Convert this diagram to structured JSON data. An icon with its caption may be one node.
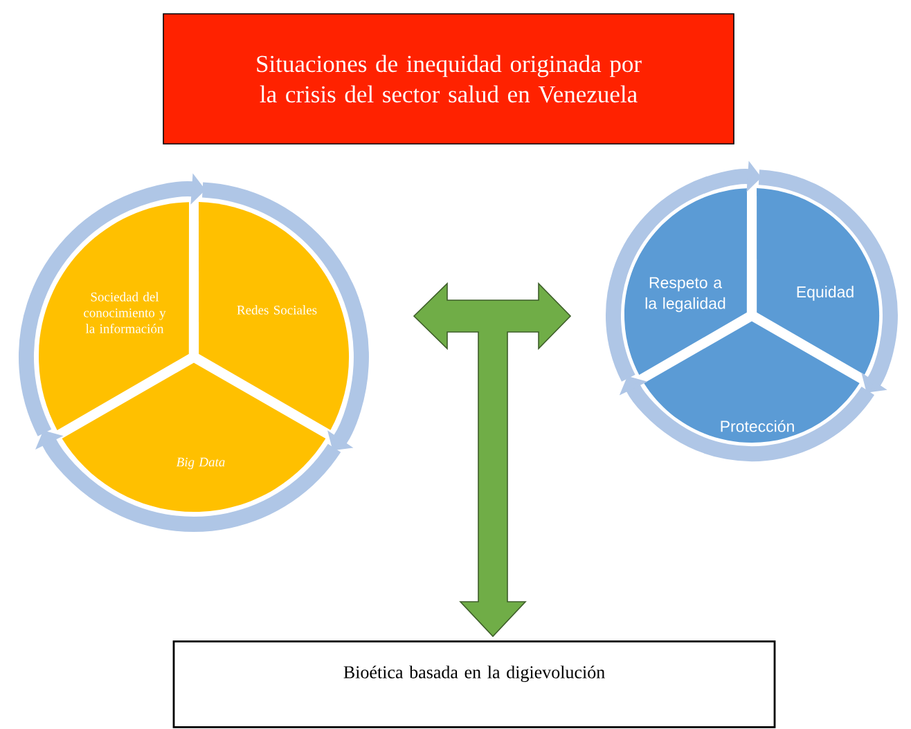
{
  "diagram": {
    "nodes": [
      {
        "text": [
          "Situaciones de inequidad originada por la crisis del sector salud en Venezuela"
        ]
      },
      {
        "text": [
          "Sociedad del conocimiento y la información"
        ]
      },
      {
        "text": [
          "Redes Sociales"
        ]
      },
      {
        "text": [
          "Big Data"
        ]
      },
      {
        "text": [
          "Respeto a la legalidad"
        ]
      },
      {
        "text": [
          "Equidad"
        ]
      },
      {
        "text": [
          "Protección"
        ]
      },
      {
        "text": [
          "Bioética basada en la digievolución"
        ]
      }
    ],
    "edges": [
      {
        "from": 1,
        "to": 2,
        "arrow": "to"
      },
      {
        "from": 2,
        "to": 3,
        "arrow": "to"
      },
      {
        "from": 3,
        "to": 1,
        "arrow": "to"
      },
      {
        "from": 4,
        "to": 5,
        "arrow": "to"
      },
      {
        "from": 5,
        "to": 6,
        "arrow": "to"
      },
      {
        "from": 6,
        "to": 4,
        "arrow": "to"
      },
      {
        "from": 2,
        "to": 4,
        "arrow": "both"
      },
      {
        "from": null,
        "to": 7,
        "arrow": "to"
      }
    ]
  }
}
